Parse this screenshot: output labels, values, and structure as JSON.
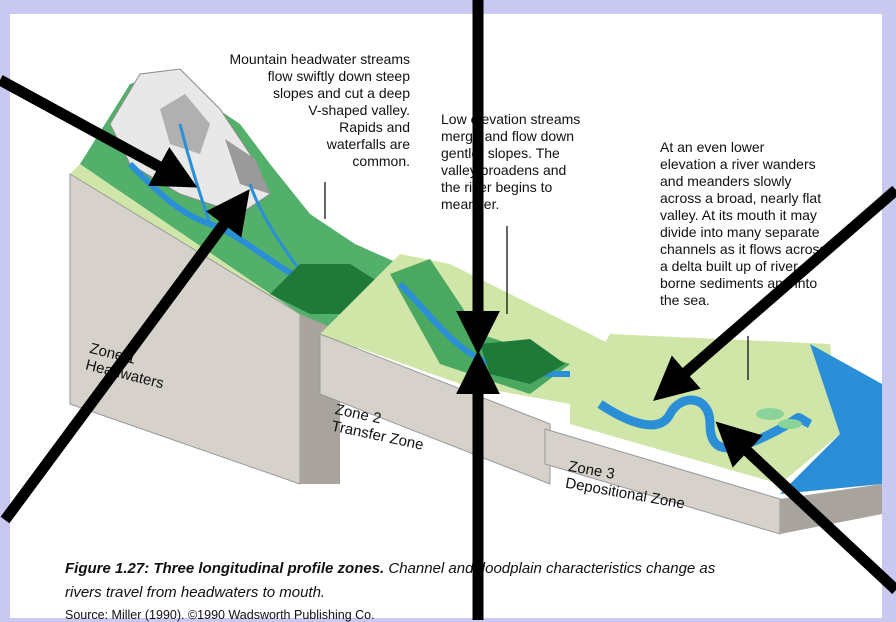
{
  "notes": {
    "headwater_lines": [
      "Mountain headwater streams",
      "flow swiftly down steep",
      "slopes and cut a deep",
      "V-shaped valley.",
      "Rapids and",
      "waterfalls are",
      "common."
    ],
    "transfer_lines": [
      "Low elevation streams",
      "merge and flow down",
      "gentler slopes. The",
      "valley broadens and",
      "the river begins to",
      "meander."
    ],
    "depositional_lines": [
      "At an even lower",
      "elevation a river wanders",
      "and meanders slowly",
      "across a broad, nearly flat",
      "valley. At its mouth it may",
      "divide into many separate",
      "channels as it flows across",
      "a delta built up of river-",
      "borne sediments and into",
      "the sea."
    ]
  },
  "zones": {
    "zone1_line1": "Zone 1",
    "zone1_line2": "Headwaters",
    "zone2_line1": "Zone 2",
    "zone2_line2": "Transfer Zone",
    "zone3_line1": "Zone 3",
    "zone3_line2": "Depositional Zone"
  },
  "caption": {
    "bold": "Figure 1.27: Three longitudinal profile zones.",
    "rest": " Channel and floodplain characteristics change as",
    "line2": "rivers travel from headwaters to mouth.",
    "source": "Source: Miller (1990). ©1990 Wadsworth Publishing Co."
  },
  "colors": {
    "background": "#c8c8f0",
    "light_green": "#cfe6a8",
    "mid_green": "#4aa860",
    "dark_green": "#1f7a3a",
    "water": "#2a8fd6",
    "block_side": "#d2cdc6",
    "arrow": "#000000"
  }
}
